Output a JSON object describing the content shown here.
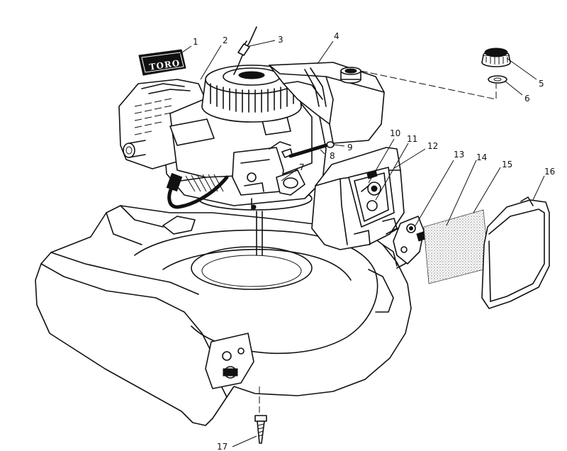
{
  "logo_text": "TORO",
  "callouts": [
    {
      "id": 1,
      "label": "1"
    },
    {
      "id": 2,
      "label": "2"
    },
    {
      "id": 3,
      "label": "3"
    },
    {
      "id": 4,
      "label": "4"
    },
    {
      "id": 5,
      "label": "5"
    },
    {
      "id": 6,
      "label": "6"
    },
    {
      "id": 7,
      "label": "7"
    },
    {
      "id": 8,
      "label": "8"
    },
    {
      "id": 9,
      "label": "9"
    },
    {
      "id": 10,
      "label": "10"
    },
    {
      "id": 11,
      "label": "11"
    },
    {
      "id": 12,
      "label": "12"
    },
    {
      "id": 13,
      "label": "13"
    },
    {
      "id": 14,
      "label": "14"
    },
    {
      "id": 15,
      "label": "15"
    },
    {
      "id": 16,
      "label": "16"
    },
    {
      "id": 17,
      "label": "17"
    }
  ]
}
